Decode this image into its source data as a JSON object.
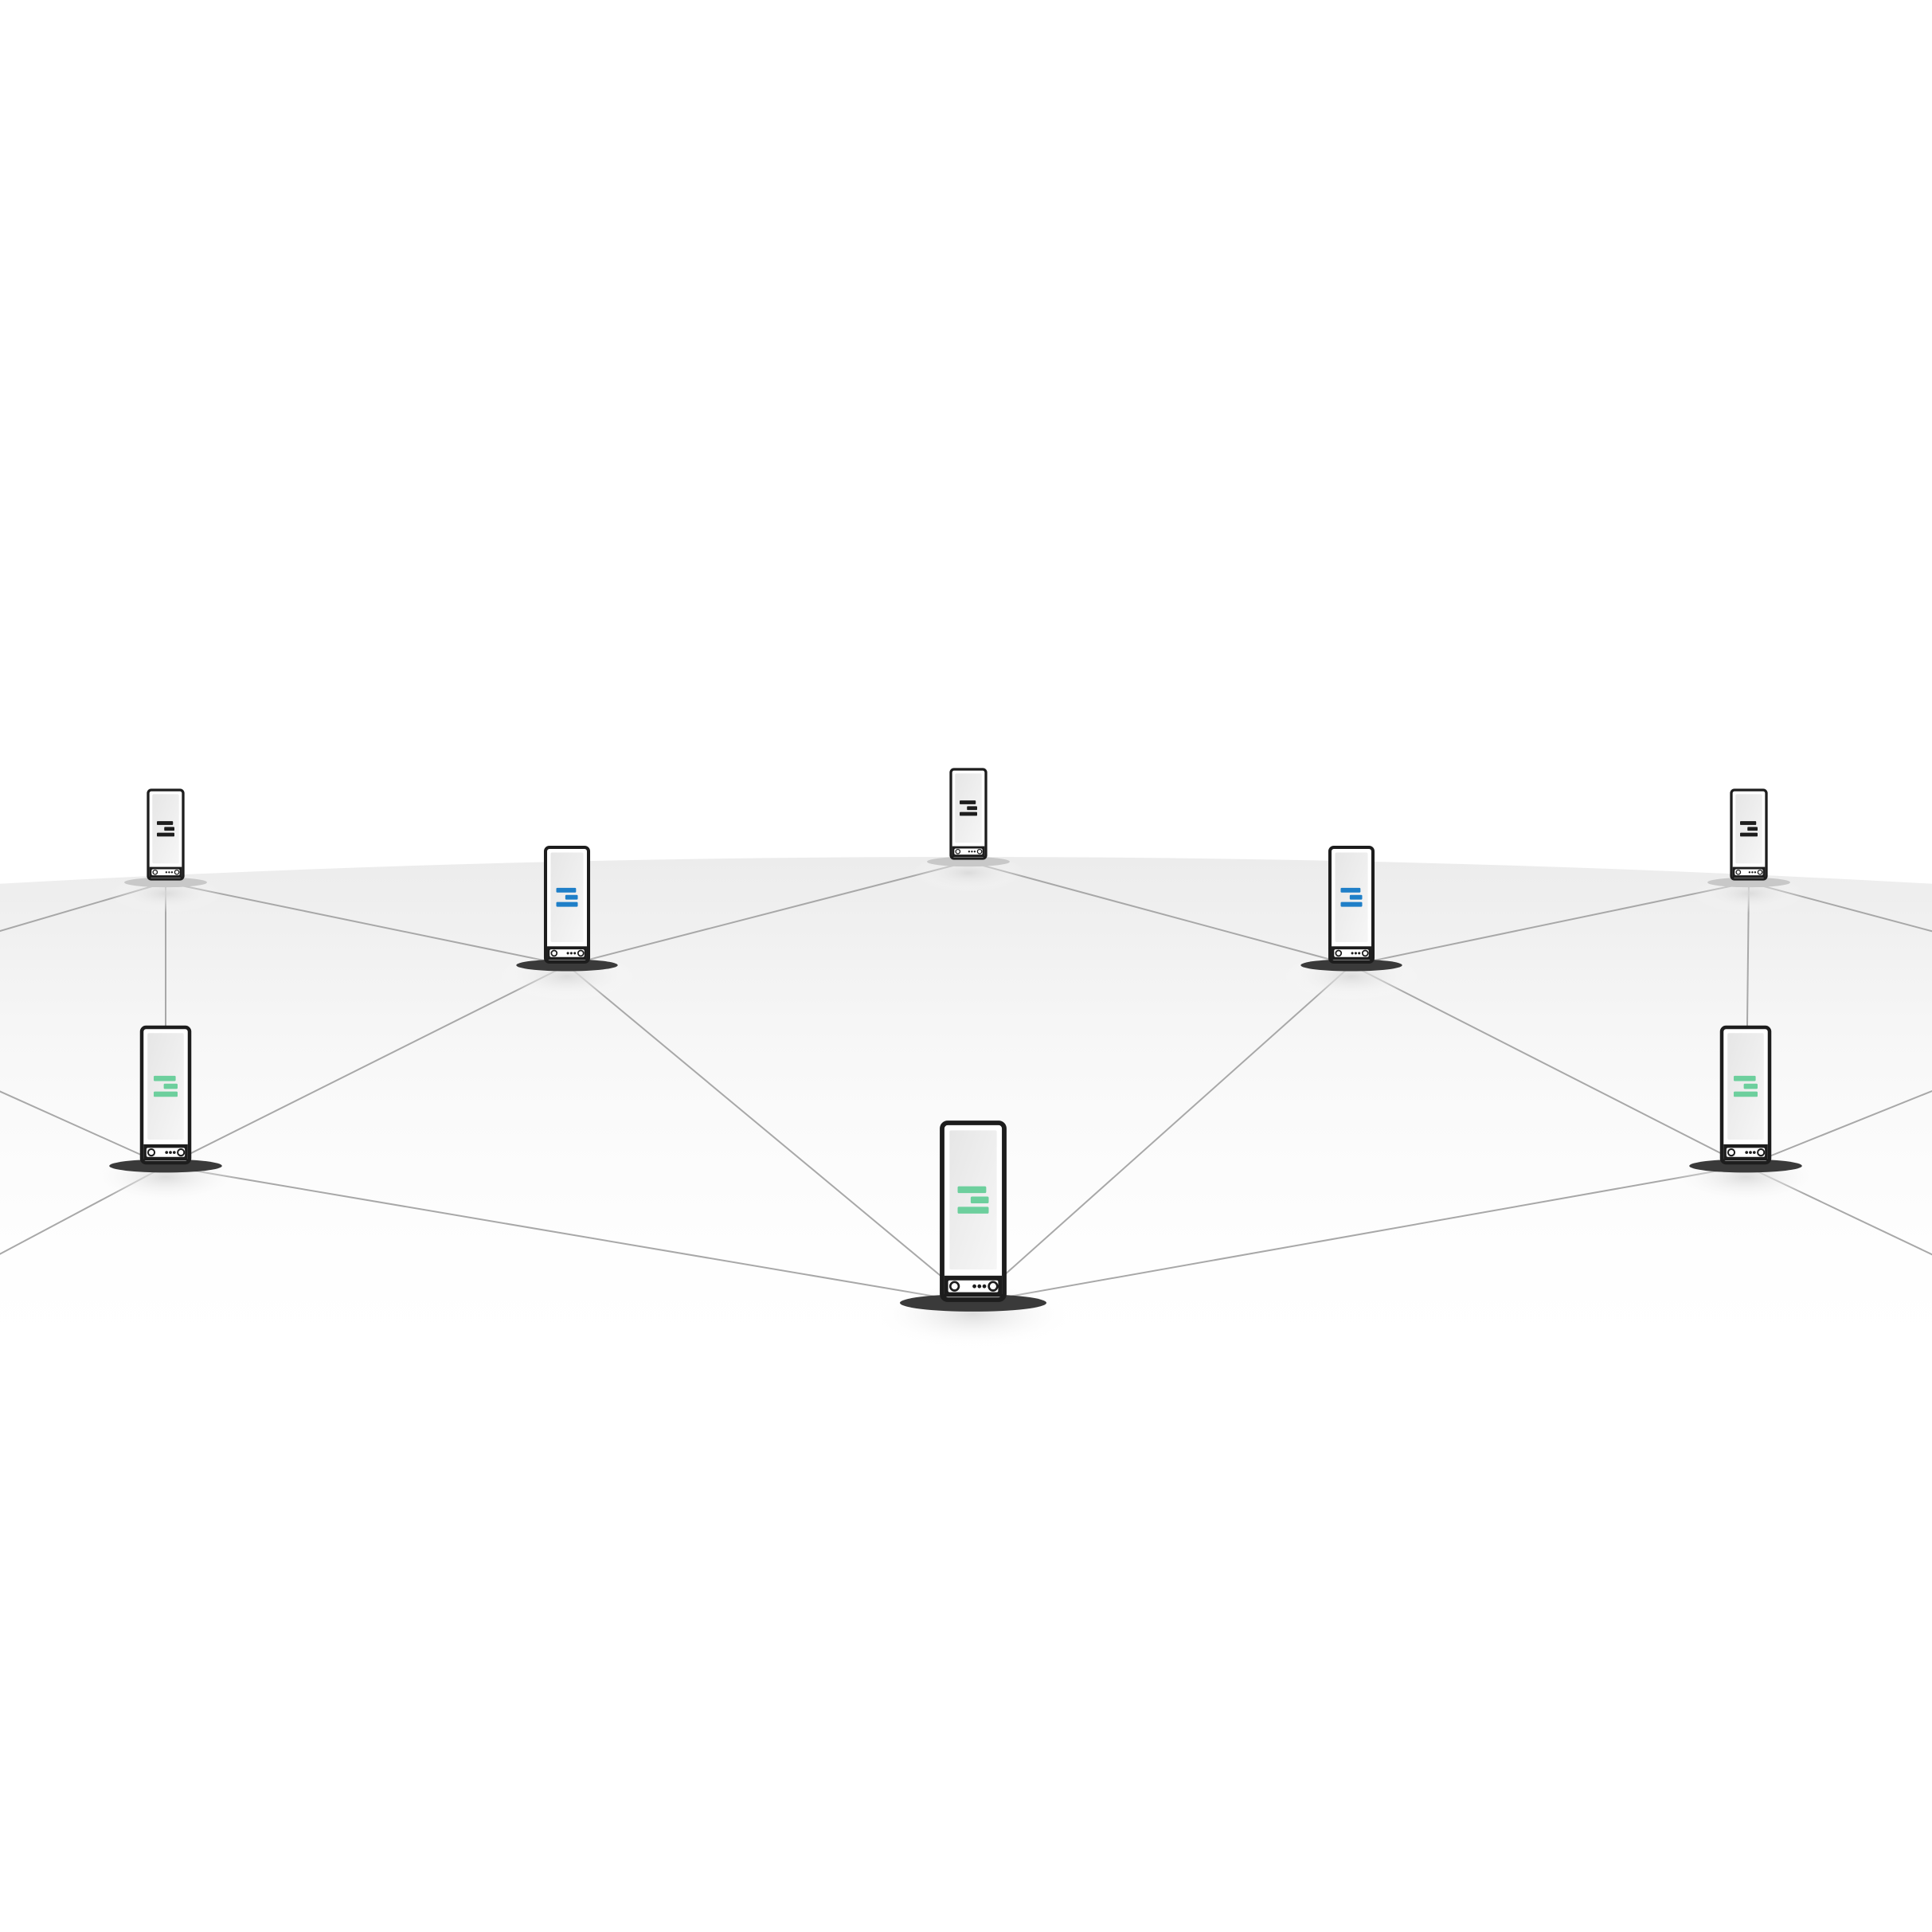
{
  "diagram": {
    "type": "network",
    "colors": {
      "background": "#ffffff",
      "surface": "#f4f4f4",
      "link": "#a8a8a8",
      "node_outline": "#1d1d1d",
      "screen": "#efefef",
      "shadow_dark": "#3a3a3a",
      "shadow_light": "#c8c8c8"
    },
    "icon_palette": {
      "black": "#1d1d1d",
      "blue": "#1f7fc8",
      "green": "#6dcf9d"
    },
    "nodes": [
      {
        "id": "n1",
        "icon": "black",
        "tier": "back"
      },
      {
        "id": "n2",
        "icon": "black",
        "tier": "back"
      },
      {
        "id": "n3",
        "icon": "black",
        "tier": "back"
      },
      {
        "id": "n4",
        "icon": "blue",
        "tier": "middle"
      },
      {
        "id": "n5",
        "icon": "blue",
        "tier": "middle"
      },
      {
        "id": "n6",
        "icon": "green",
        "tier": "front"
      },
      {
        "id": "n7",
        "icon": "green",
        "tier": "front"
      },
      {
        "id": "n8",
        "icon": "green",
        "tier": "front"
      }
    ],
    "edges": [
      [
        "n1",
        "n4"
      ],
      [
        "n1",
        "n6"
      ],
      [
        "n4",
        "n2"
      ],
      [
        "n4",
        "n6"
      ],
      [
        "n4",
        "n8"
      ],
      [
        "n2",
        "n5"
      ],
      [
        "n5",
        "n3"
      ],
      [
        "n5",
        "n8"
      ],
      [
        "n5",
        "n7"
      ],
      [
        "n3",
        "n7"
      ],
      [
        "n6",
        "n8"
      ],
      [
        "n8",
        "n7"
      ],
      [
        "n1",
        "off-left"
      ],
      [
        "n6",
        "off-left"
      ],
      [
        "n6",
        "off-left"
      ],
      [
        "n3",
        "off-right"
      ],
      [
        "n7",
        "off-right"
      ],
      [
        "n7",
        "off-right"
      ]
    ]
  }
}
